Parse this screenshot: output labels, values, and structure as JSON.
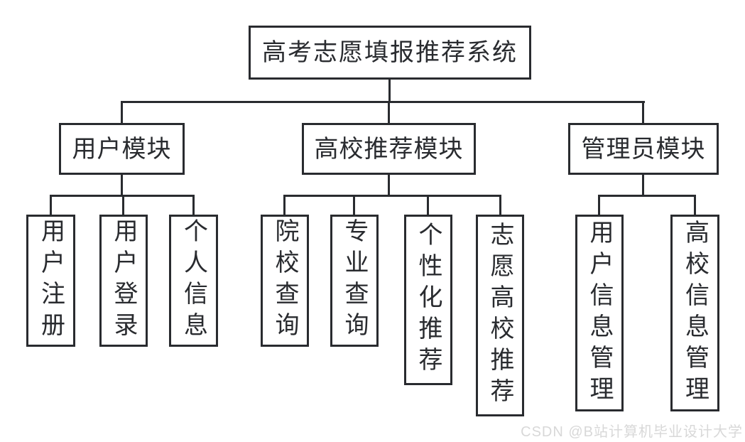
{
  "theme": {
    "stroke": "#292b2f",
    "text": "#292b2f",
    "bg": "#ffffff",
    "watermark": "#d8d8d8"
  },
  "diagram": {
    "type": "hierarchy-tree",
    "orientation": "top-down"
  },
  "tree": {
    "root": {
      "label": "高考志愿填报推荐系统"
    },
    "modules": [
      {
        "label": "用户模块",
        "children": [
          {
            "label": "用户注册"
          },
          {
            "label": "用户登录"
          },
          {
            "label": "个人信息"
          }
        ]
      },
      {
        "label": "高校推荐模块",
        "children": [
          {
            "label": "院校查询"
          },
          {
            "label": "专业查询"
          },
          {
            "label": "个性化推荐"
          },
          {
            "label": "志愿高校推荐"
          }
        ]
      },
      {
        "label": "管理员模块",
        "children": [
          {
            "label": "用户信息管理"
          },
          {
            "label": "高校信息管理"
          }
        ]
      }
    ]
  },
  "watermark": {
    "text": "CSDN @B站计算机毕业设计大学"
  }
}
